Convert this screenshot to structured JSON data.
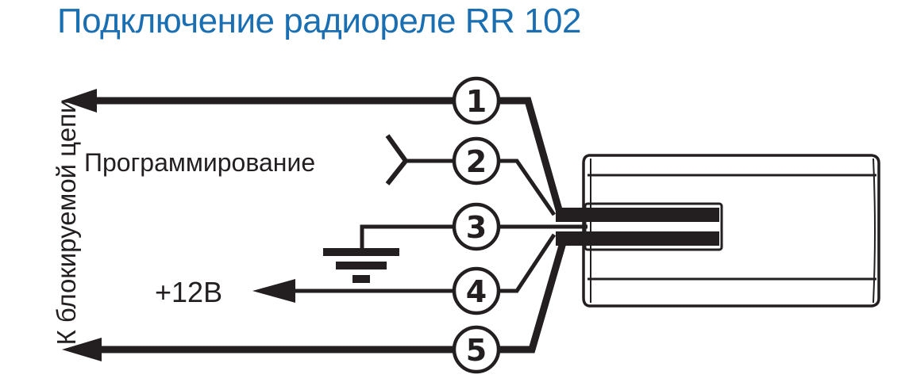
{
  "title": "Подключение радиореле RR 102",
  "side_label": "К блокируемой цепи",
  "labels": {
    "programming": "Программирование",
    "power": "+12B"
  },
  "wires": [
    {
      "number": "1",
      "function": "to-blocked-circuit"
    },
    {
      "number": "2",
      "function": "programming"
    },
    {
      "number": "3",
      "function": "ground"
    },
    {
      "number": "4",
      "function": "+12B"
    },
    {
      "number": "5",
      "function": "to-blocked-circuit"
    }
  ],
  "colors": {
    "title": "#1a6fb3",
    "ink": "#231f20",
    "background": "#ffffff"
  }
}
